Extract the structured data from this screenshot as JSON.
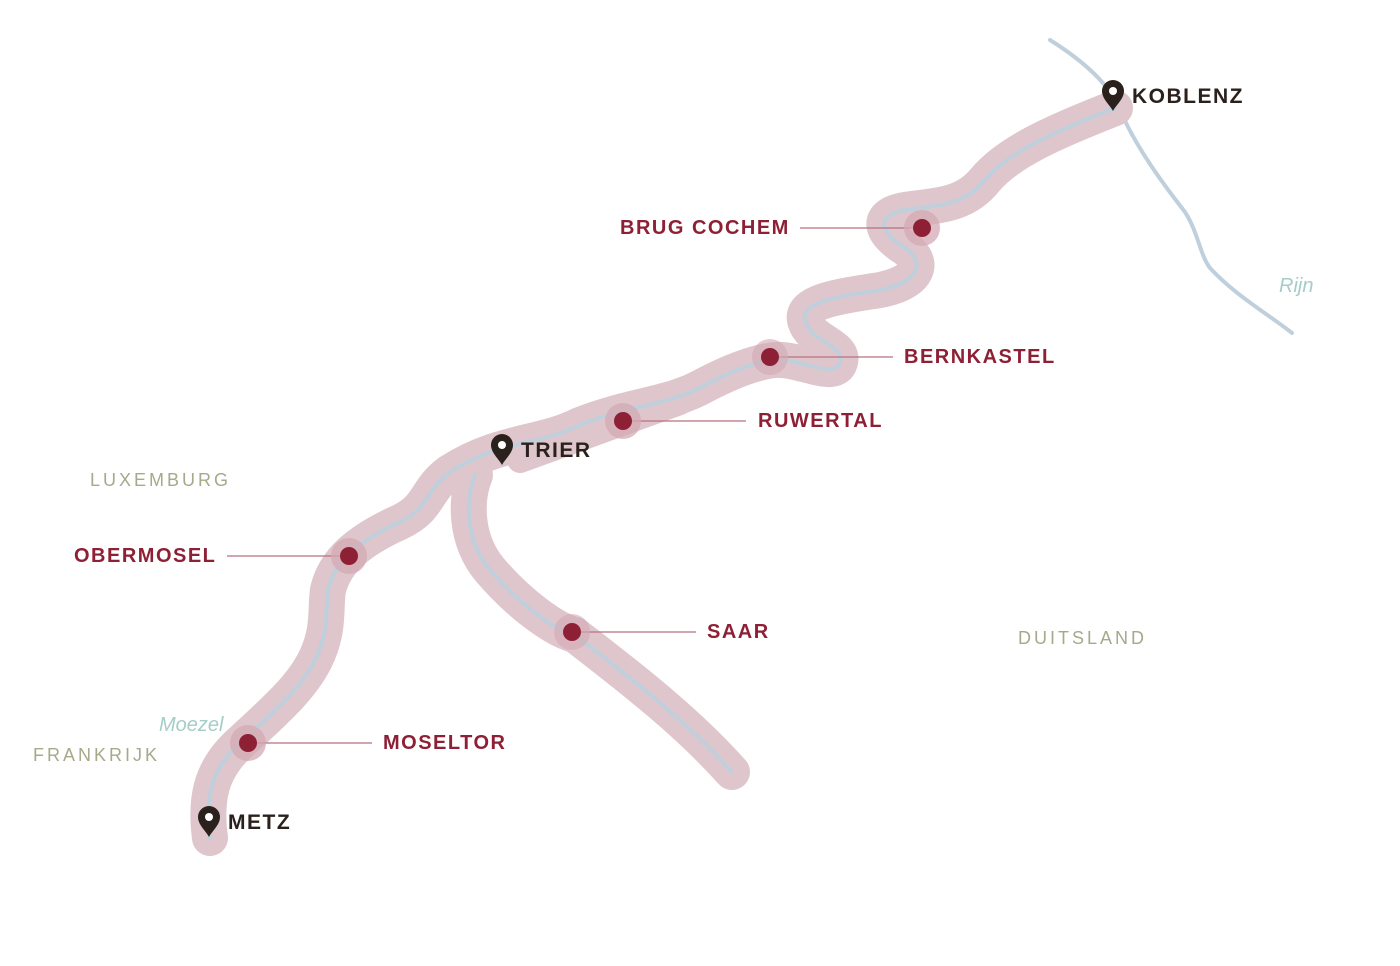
{
  "colors": {
    "route": "#dec6cc",
    "river": "#bfd0dc",
    "stop": "#8e2036",
    "stop_halo": "#d4aab4",
    "leader": "#b7707f",
    "city": "#2b211c",
    "country": "#a8a88a",
    "water_label": "#a5cdc7"
  },
  "countries": {
    "luxemburg": "LUXEMBURG",
    "frankrijk": "FRANKRIJK",
    "duitsland": "DUITSLAND"
  },
  "rivers": {
    "moezel": "Moezel",
    "rijn": "Rijn"
  },
  "cities": {
    "koblenz": {
      "label": "KOBLENZ",
      "icon": "map-pin-icon"
    },
    "trier": {
      "label": "TRIER",
      "icon": "map-pin-icon"
    },
    "metz": {
      "label": "METZ",
      "icon": "map-pin-icon"
    }
  },
  "regions": {
    "brug_cochem": "BRUG COCHEM",
    "bernkastel": "BERNKASTEL",
    "ruwertal": "RUWERTAL",
    "obermosel": "OBERMOSEL",
    "saar": "SAAR",
    "moseltor": "MOSELTOR"
  }
}
